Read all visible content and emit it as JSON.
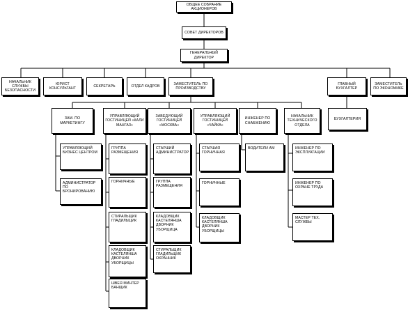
{
  "org_chart": {
    "top": {
      "shareholders": "Общее собрание акционеров",
      "board": "Совет директоров",
      "ceo": "Генеральный директор"
    },
    "level1": {
      "security_head": "Начальник службы безопасности",
      "legal": "Юрист консультант",
      "secretary": "Секретарь",
      "hr": "Отдел кадров",
      "deputy_production": "Заместитель по производству",
      "chief_accountant": "Главный бухгалтер",
      "deputy_economics": "Заместитель по экономике"
    },
    "level2": {
      "deputy_marketing": "Зам. по маркетингу",
      "manager_hotel_1": "Управляющий гостиницей «Кали Мангаз»",
      "manager_hotel_2": "Заведующий гостиницей «Москва»",
      "manager_hotel_3": "Управляющий гостиницей «Чайка»",
      "supply_engineer": "Инженер по снабжению",
      "chief_technical": "Начальник технического отдела",
      "accounting": "Бухгалтерия"
    },
    "marketing_units": [
      "Управляющий бизнес центром",
      "Администратор по бронированию"
    ],
    "hotel_1_units": [
      "Группа размещения",
      "Горничные",
      "Стиральщик гладильщик",
      "Кладовщик кастелянша дворник уборщицы",
      "Швея Минтер банщик"
    ],
    "hotel_2_units": [
      "Старший администратор",
      "Группа размещения",
      "Кладовщик кастелянша дворник уборщица",
      "Стиральщик гладильщик охранник"
    ],
    "hotel_3_units": [
      "Старшая горничная",
      "Горничные",
      "Кладовщик кастелянша дворник уборщицы"
    ],
    "supply_units": [
      "Водители АМ"
    ],
    "technical_units": [
      "Инженер по эксплуатации",
      "Инженер по охране труда",
      "Мастер тех. службы"
    ]
  }
}
